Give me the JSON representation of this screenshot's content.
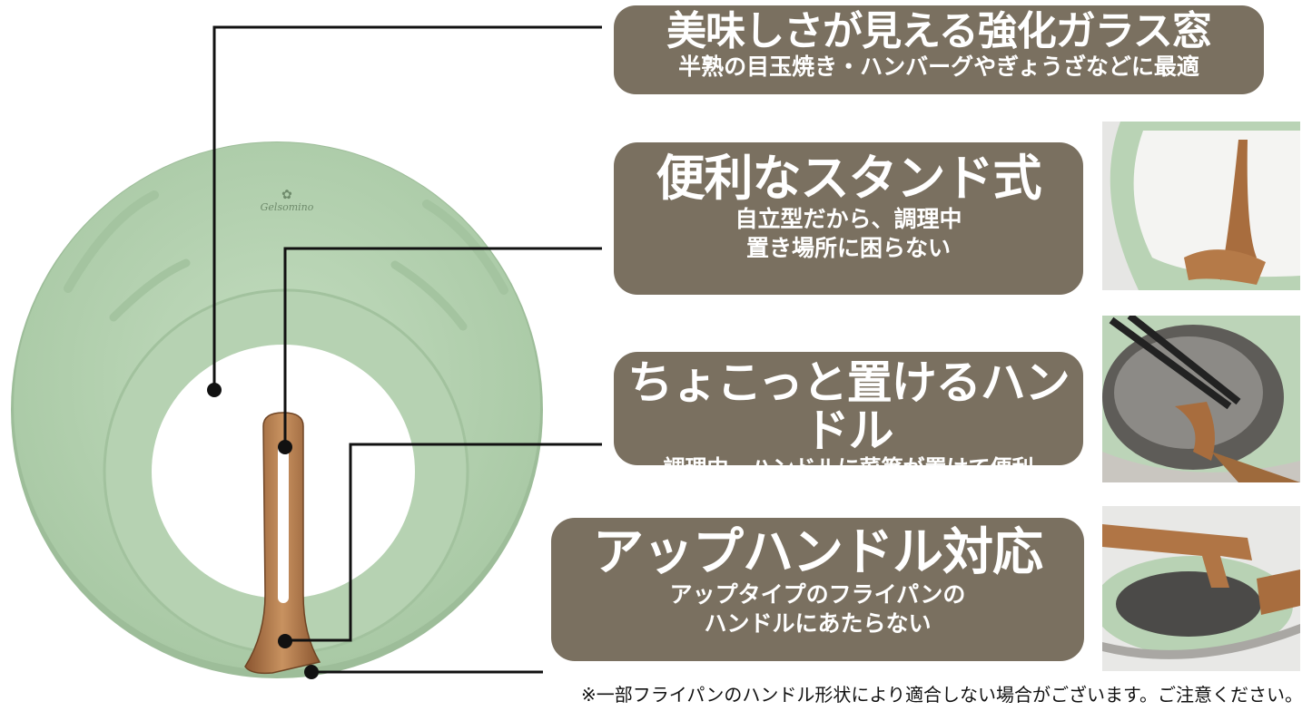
{
  "brand": {
    "logo_text": "Gelsomino"
  },
  "features": [
    {
      "title": "美味しさが見える強化ガラス窓",
      "subtitle": [
        "半熟の目玉焼き・ハンバーグやぎょうざなどに最適"
      ]
    },
    {
      "title": "便利なスタンド式",
      "subtitle": [
        "自立型だから、調理中",
        "置き場所に困らない"
      ]
    },
    {
      "title": "ちょこっと置けるハンドル",
      "subtitle": [
        "調理中、ハンドルに菜箸が置けて便利"
      ]
    },
    {
      "title": "アップハンドル対応",
      "subtitle": [
        "アップタイプのフライパンの",
        "ハンドルにあたらない"
      ]
    }
  ],
  "footnote": "※一部フライパンのハンドル形状により適合しない場合がございます。ご注意ください。",
  "colors": {
    "panel": "#7a7060",
    "lid_green": "#b3d1b0",
    "wood": "#a86d3e"
  }
}
